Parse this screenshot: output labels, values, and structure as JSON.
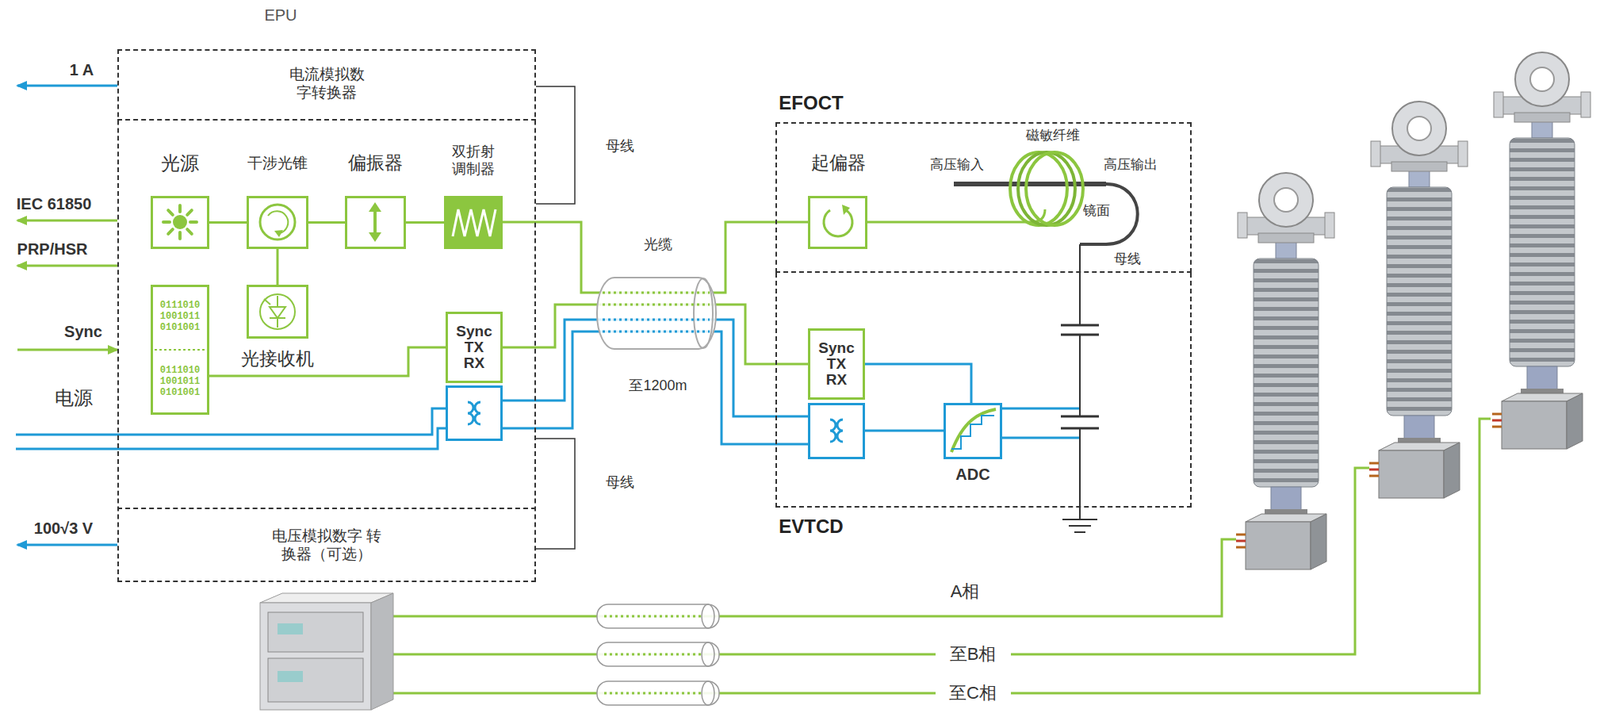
{
  "diagram": {
    "nodes": [
      {
        "text": [
          "EPU"
        ]
      },
      {
        "text": [
          "电流模拟数字转换器"
        ],
        "in": 0
      },
      {
        "text": [
          "光源"
        ],
        "in": 0
      },
      {
        "text": [
          "干涉光锥"
        ],
        "in": 0
      },
      {
        "text": [
          "偏振器"
        ],
        "in": 0
      },
      {
        "text": [
          "双折射调制器"
        ],
        "in": 0
      },
      {
        "text": [
          "0111010 1001011 0101001",
          "0111010 1001011 0101001"
        ],
        "in": 0
      },
      {
        "text": [
          "光接收机"
        ],
        "in": 0
      },
      {
        "text": [
          "Sync TX RX"
        ],
        "in": 0
      },
      {
        "text": [
          "电压模拟数字 转换器（可选）"
        ],
        "in": 0
      },
      {
        "text": [
          "EFOCT"
        ]
      },
      {
        "text": [
          "起偏器"
        ],
        "in": 10
      },
      {
        "text": [
          "EVTCD"
        ]
      },
      {
        "text": [
          "Sync TX RX"
        ],
        "in": 12
      },
      {
        "text": [
          "ADC"
        ],
        "in": 12
      }
    ],
    "edges": [
      {
        "from": 2,
        "to": 3,
        "arrow": "none"
      },
      {
        "from": 3,
        "to": 4,
        "arrow": "none"
      },
      {
        "from": 4,
        "to": 5,
        "arrow": "none"
      },
      {
        "from": 3,
        "to": 7,
        "arrow": "none"
      },
      {
        "from": 6,
        "to": 8,
        "arrow": "none"
      },
      {
        "from": 5,
        "to": 11,
        "arrow": "none"
      },
      {
        "from": 8,
        "to": 13,
        "arrow": "none"
      },
      {
        "from": 13,
        "to": 14,
        "arrow": "none"
      }
    ],
    "labels": [
      "1 A",
      "母线",
      "IEC 61850",
      "PRP/HSR",
      "光缆",
      "高压输入",
      "磁敏纤维",
      "高压输出",
      "镜面",
      "母线",
      "Sync",
      "至1200m",
      "电源",
      "母线",
      "100√3 V",
      "A相",
      "至B相",
      "至C相"
    ]
  }
}
